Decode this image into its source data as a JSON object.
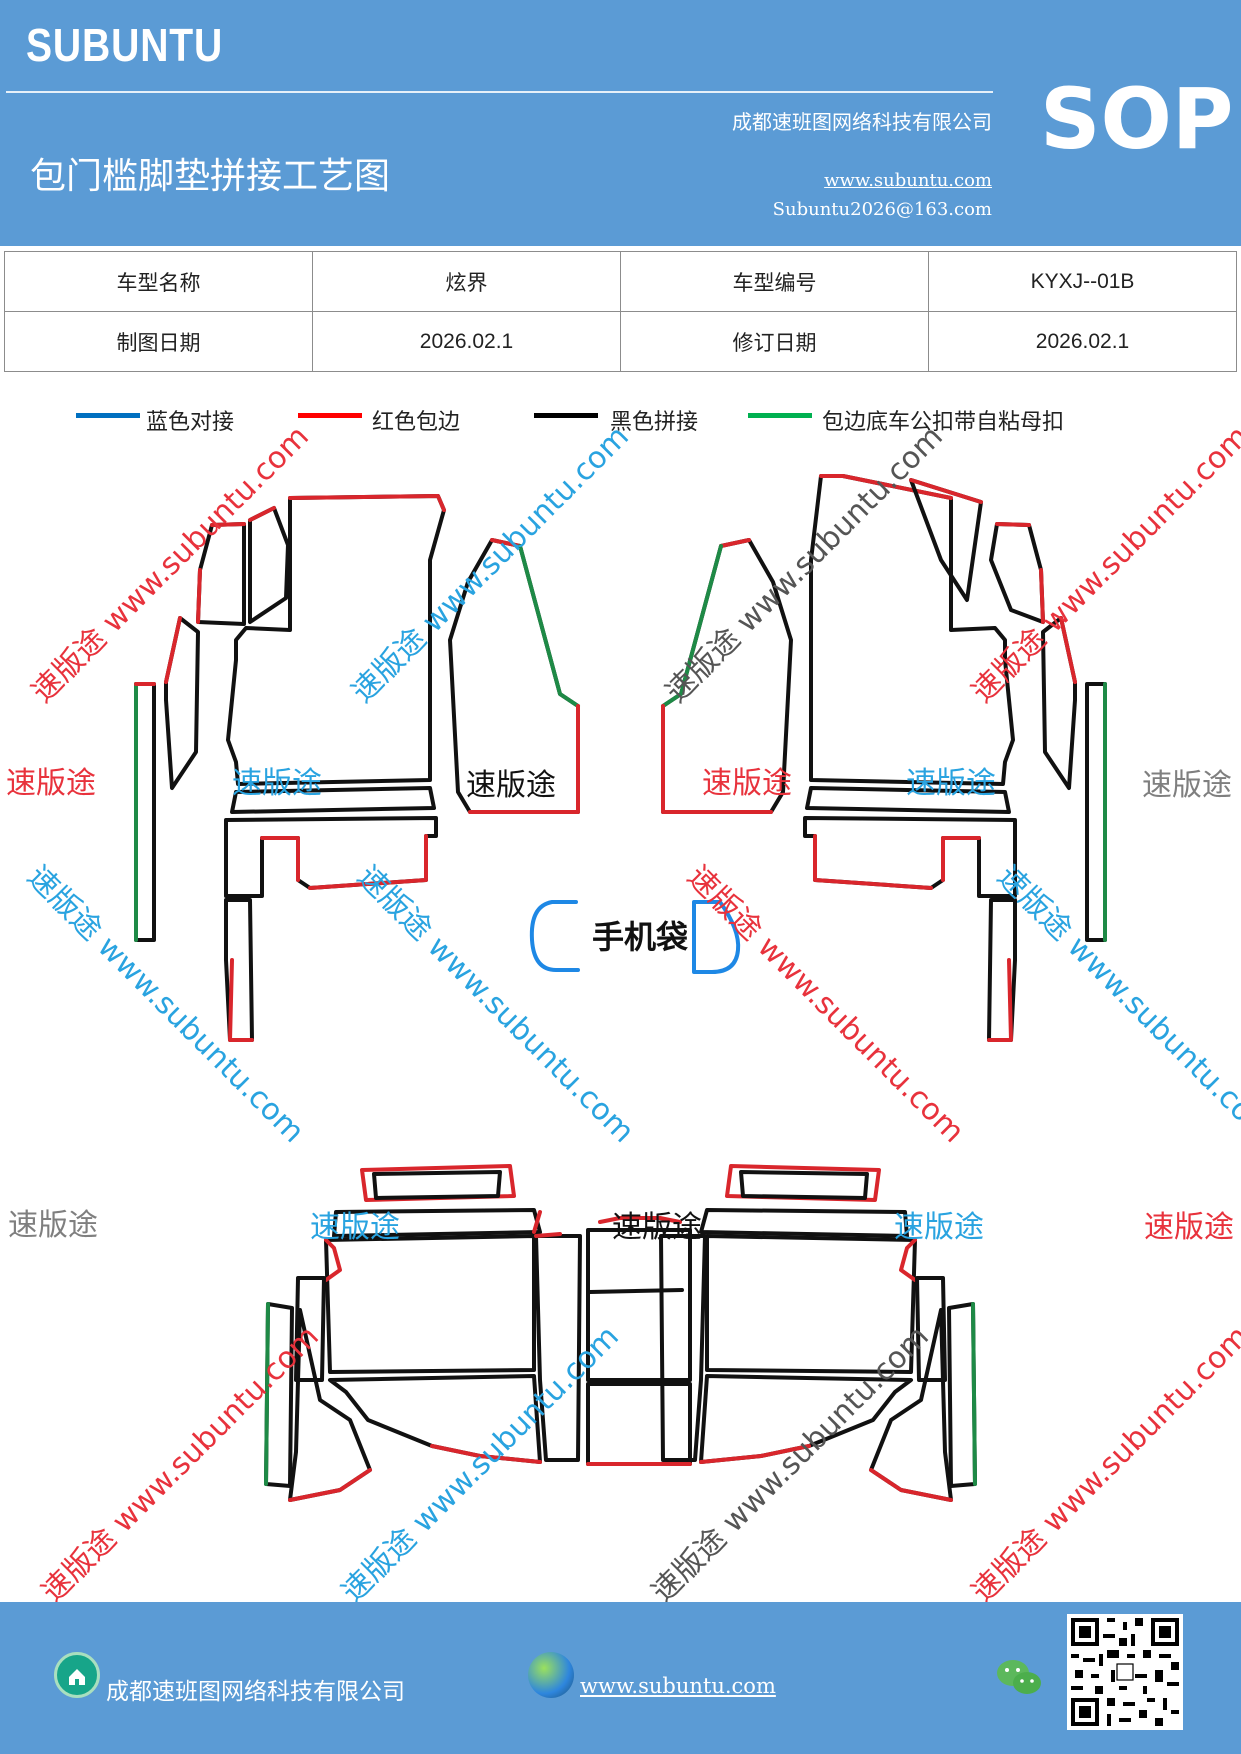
{
  "header": {
    "brand": "SUBUNTU",
    "sop": "SOP",
    "title": "包门槛脚垫拼接工艺图",
    "company": "成都速班图网络科技有限公司",
    "url": "www.subuntu.com",
    "email": "Subuntu2026@163.com"
  },
  "info_table": {
    "rows": [
      [
        "车型名称",
        "炫界",
        "车型编号",
        "KYXJ--01B"
      ],
      [
        "制图日期",
        "2026.02.1",
        "修订日期",
        "2026.02.1"
      ]
    ]
  },
  "legend": [
    {
      "label": "蓝色对接",
      "color": "#0070c0"
    },
    {
      "label": "红色包边",
      "color": "#ff0000"
    },
    {
      "label": "黑色拼接",
      "color": "#000000"
    },
    {
      "label": "包边底车公扣带自粘母扣",
      "color": "#00b050"
    }
  ],
  "diagram": {
    "phone_pocket_label": "手机袋",
    "piece_colors": {
      "black": "#111111",
      "red": "#d9262c",
      "green": "#1e8a46",
      "blue": "#1e88e5"
    }
  },
  "watermarks": {
    "brand": "速版途",
    "diagonal": "速版途 www.subuntu.com",
    "colors": {
      "red": "#e8323c",
      "blue": "#29a3e0",
      "gray": "#7f7f7f"
    }
  },
  "footer": {
    "company": "成都速班图网络科技有限公司",
    "url": "www.subuntu.com",
    "icons": [
      "home-icon",
      "globe-icon",
      "wechat-icon",
      "qr-code"
    ]
  }
}
